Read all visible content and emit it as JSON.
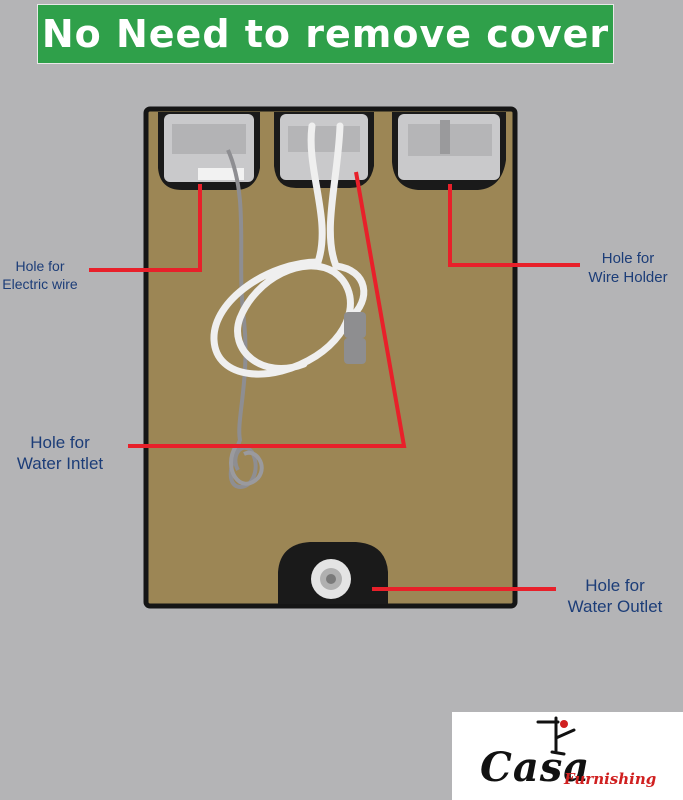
{
  "banner": {
    "title": "No Need to remove cover"
  },
  "labels": {
    "electric": {
      "line1": "Hole for",
      "line2": "Electric wire"
    },
    "wire_holder": {
      "line1": "Hole for",
      "line2": "Wire Holder"
    },
    "water_inlet": {
      "line1": "Hole for",
      "line2": "Water Intlet"
    },
    "water_outlet": {
      "line1": "Hole for",
      "line2": "Water Outlet"
    }
  },
  "logo": {
    "brand": "Casa",
    "sub": "Furnishing"
  },
  "colors": {
    "banner": "#2fa04a",
    "cover": "#9c8655",
    "pointer": "#e8202a",
    "label_text": "#1c3d78",
    "background": "#b4b4b6"
  }
}
